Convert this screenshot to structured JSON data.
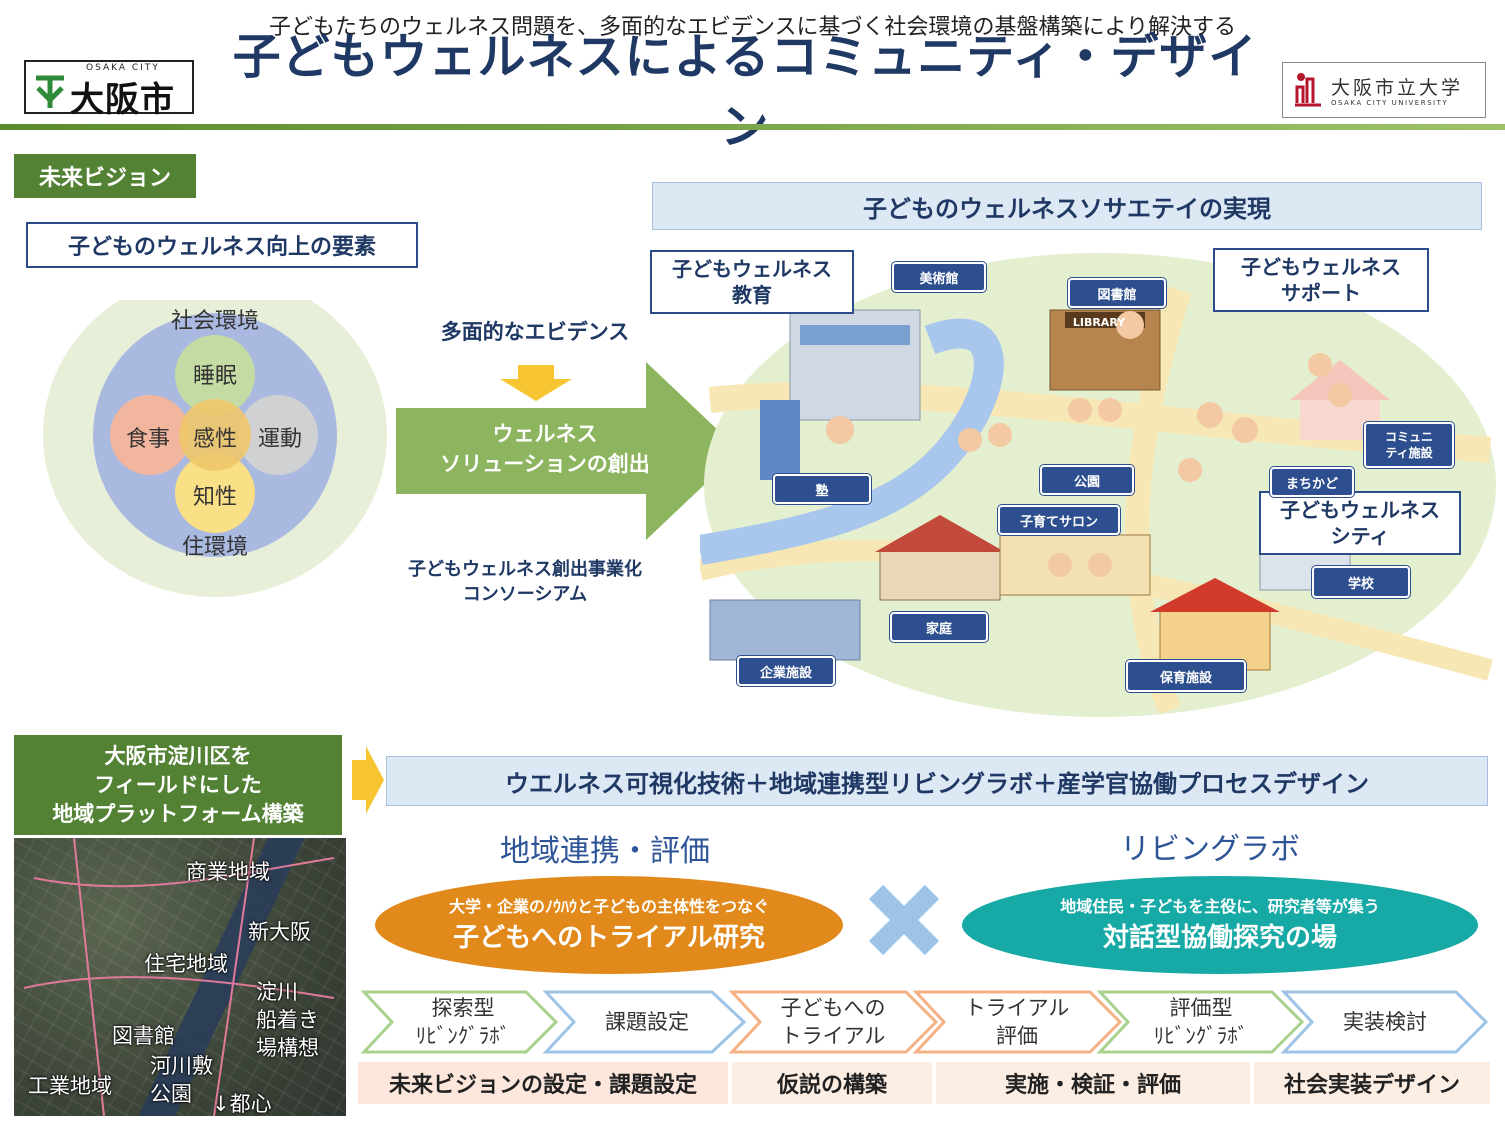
{
  "header": {
    "subtitle": "子どもたちのウェルネス問題を、多面的なエビデンスに基づく社会環境の基盤構築により解決する",
    "title": "子どもウェルネスによるコミュニティ・デザイン",
    "city_logo_small": "OSAKA CITY",
    "city_logo": "大阪市",
    "univ_logo": "大阪市立大学",
    "univ_logo_small": "OSAKA CITY UNIVERSITY"
  },
  "vision": {
    "label": "未来ビジョン",
    "elements_title": "子どものウェルネス向上の要素",
    "outer_top": "社会環境",
    "outer_bottom": "住環境",
    "sleep": "睡眠",
    "diet": "食事",
    "sense": "感性",
    "exercise": "運動",
    "intellect": "知性",
    "evidence": "多面的なエビデンス",
    "arrow_line1": "ウェルネス",
    "arrow_line2": "ソリューションの創出",
    "consortium_line1": "子どもウェルネス創出事業化",
    "consortium_line2": "コンソーシアム"
  },
  "society": {
    "title": "子どものウェルネスソサエテイの実現",
    "education_line1": "子どもウェルネス",
    "education_line2": "教育",
    "support_line1": "子どもウェルネス",
    "support_line2": "サポート",
    "city_line1": "子どもウェルネス",
    "city_line2": "シティ",
    "tags": {
      "museum": "美術館",
      "library": "図書館",
      "library_sign": "LIBRARY",
      "cram": "塾",
      "park": "公園",
      "machikado": "まちかど",
      "community": "コミュニティ施設",
      "salon": "子育てサロン",
      "home": "家庭",
      "school": "学校",
      "company": "企業施設",
      "nursery": "保育施設"
    }
  },
  "field": {
    "label_line1": "大阪市淀川区を",
    "label_line2": "フィールドにした",
    "label_line3": "地域プラットフォーム構築",
    "map": {
      "commercial": "商業地域",
      "shin_osaka": "新大阪",
      "residential": "住宅地域",
      "yodogawa": "淀川",
      "funatsuki": "船着き",
      "ba_koso": "場構想",
      "library": "図書館",
      "kasenjiki": "河川敷",
      "koen": "公園",
      "industrial": "工業地域",
      "toshin": "↓都心"
    }
  },
  "platform": {
    "title": "ウエルネス可視化技術＋地域連携型リビングラボ＋産学官協働プロセスデザイン",
    "left_heading": "地域連携・評価",
    "right_heading": "リビングラボ",
    "left_oval_small": "大学・企業のﾉｳﾊｳと子どもの主体性をつなぐ",
    "left_oval_big": "子どもへのトライアル研究",
    "right_oval_small": "地域住民・子どもを主役に、研究者等が集う",
    "right_oval_big": "対話型協働探究の場",
    "steps": [
      {
        "line1": "探索型",
        "line2": "ﾘﾋﾞﾝｸﾞﾗﾎﾞ"
      },
      {
        "line1": "課題設定",
        "line2": ""
      },
      {
        "line1": "子どもへの",
        "line2": "トライアル"
      },
      {
        "line1": "トライアル",
        "line2": "評価"
      },
      {
        "line1": "評価型",
        "line2": "ﾘﾋﾞﾝｸﾞﾗﾎﾞ"
      },
      {
        "line1": "実装検討",
        "line2": ""
      }
    ],
    "phases": [
      "未来ビジョンの設定・課題設定",
      "仮説の構築",
      "実施・検証・評価",
      "社会実装デザイン"
    ]
  },
  "colors": {
    "navy": "#1f3864",
    "green": "#548235",
    "arrow_green": "#8db45e",
    "orange": "#e2891b",
    "teal": "#17a9a5",
    "cross_blue": "#9dc3e6"
  }
}
